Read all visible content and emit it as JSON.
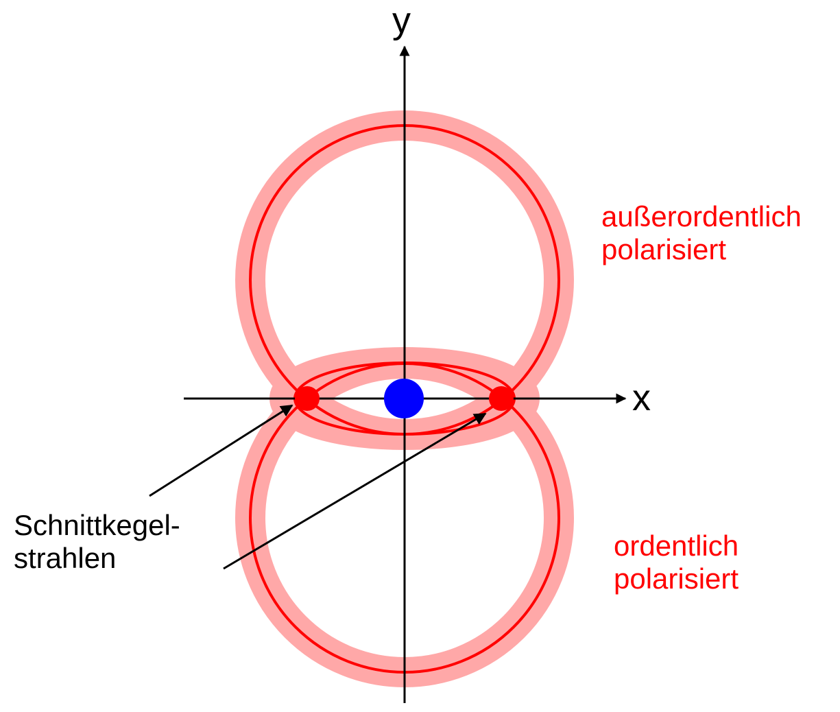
{
  "axes": {
    "x_label": "x",
    "y_label": "y"
  },
  "labels": {
    "extraordinary": [
      "außerordentlich",
      "polarisiert"
    ],
    "ordinary": [
      "ordentlich",
      "polarisiert"
    ],
    "intersection": [
      "Schnittkegel-",
      "strahlen"
    ]
  },
  "colors": {
    "ring_halo": "#ffa8a8",
    "ring_line": "#ff0000",
    "label_red": "#ff0000",
    "intersection_dot": "#ff0000",
    "center_dot": "#0000ff",
    "axis": "#000000"
  }
}
